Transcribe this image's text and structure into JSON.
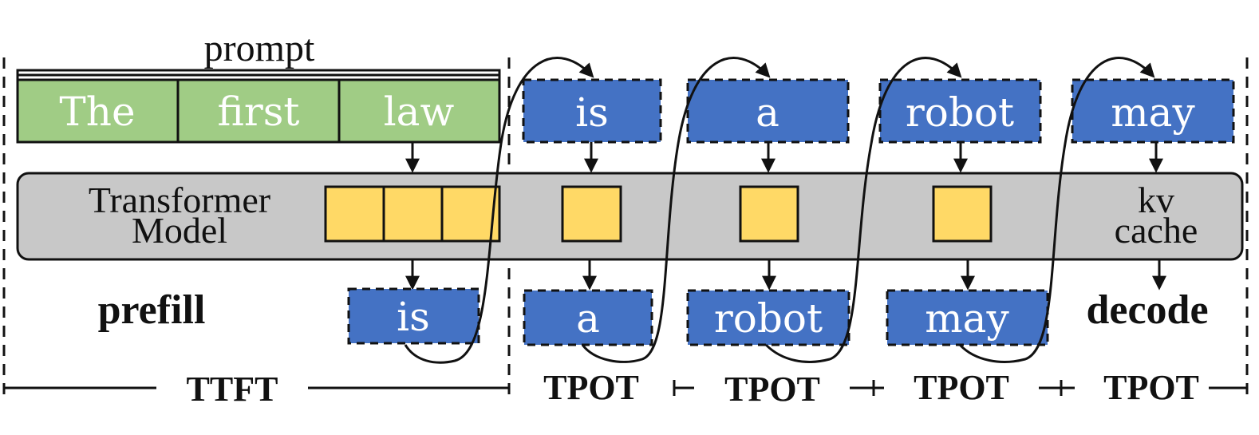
{
  "colors": {
    "prompt_token": "#a0cc85",
    "generated_token": "#4472c4",
    "kv_block": "#ffd966",
    "model_band": "#c8c8c8",
    "stroke": "#111111",
    "text_on_token": "#ffffff"
  },
  "prompt": {
    "label": "prompt",
    "tokens": [
      "The",
      "first",
      "law"
    ]
  },
  "model": {
    "label_line1": "Transformer",
    "label_line2": "Model",
    "kv_label_line1": "kv",
    "kv_label_line2": "cache"
  },
  "decode_inputs": [
    "is",
    "a",
    "robot",
    "may"
  ],
  "outputs": [
    "is",
    "a",
    "robot",
    "may"
  ],
  "phases": {
    "prefill": "prefill",
    "decode": "decode"
  },
  "timeline": {
    "ttft": "TTFT",
    "tpot": [
      "TPOT",
      "TPOT",
      "TPOT",
      "TPOT"
    ]
  }
}
